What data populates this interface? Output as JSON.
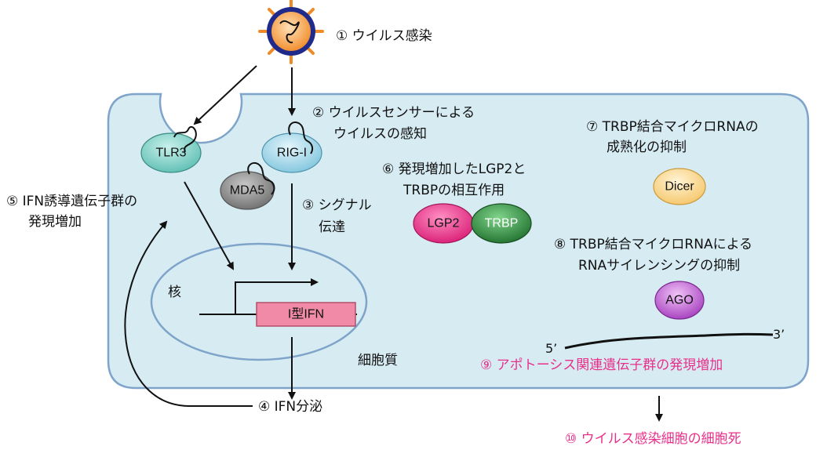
{
  "steps": {
    "s1": "① ウイルス感染",
    "s2_line1": "② ウイルスセンサーによる",
    "s2_line2": "ウイルスの感知",
    "s3_line1": "③ シグナル",
    "s3_line2": "伝達",
    "s4": "④ IFN分泌",
    "s5_line1": "⑤ IFN誘導遺伝子群の",
    "s5_line2": "発現増加",
    "s6_line1": "⑥ 発現増加したLGP2と",
    "s6_line2": "TRBPの相互作用",
    "s7_line1": "⑦ TRBP結合マイクロRNAの",
    "s7_line2": "成熟化の抑制",
    "s8_line1": "⑧ TRBP結合マイクロRNAによる",
    "s8_line2": "RNAサイレンシングの抑制",
    "s9": "⑨ アポトーシス関連遺伝子群の発現増加",
    "s10": "⑩ ウイルス感染細胞の細胞死"
  },
  "labels": {
    "nucleus": "核",
    "cytoplasm": "細胞質",
    "gene": "I型IFN",
    "rna_5": "5’",
    "rna_3": "3’"
  },
  "molecules": {
    "tlr3": "TLR3",
    "rigi": "RIG-I",
    "mda5": "MDA5",
    "lgp2": "LGP2",
    "trbp": "TRBP",
    "dicer": "Dicer",
    "ago": "AGO"
  },
  "colors": {
    "cell_fill": "#d7ebf3",
    "cell_stroke": "#7ea4c9",
    "highlight_text": "#e8308a",
    "virus_body": "#f59a3c",
    "tlr3": "#7fd0c7",
    "rigi": "#a9dcee",
    "mda5": "#8a8a8a",
    "lgp2": "#e8308a",
    "trbp": "#2e8b3e",
    "dicer": "#ffd98a",
    "ago": "#c05ed0",
    "gene_box": "#f08aa6"
  }
}
